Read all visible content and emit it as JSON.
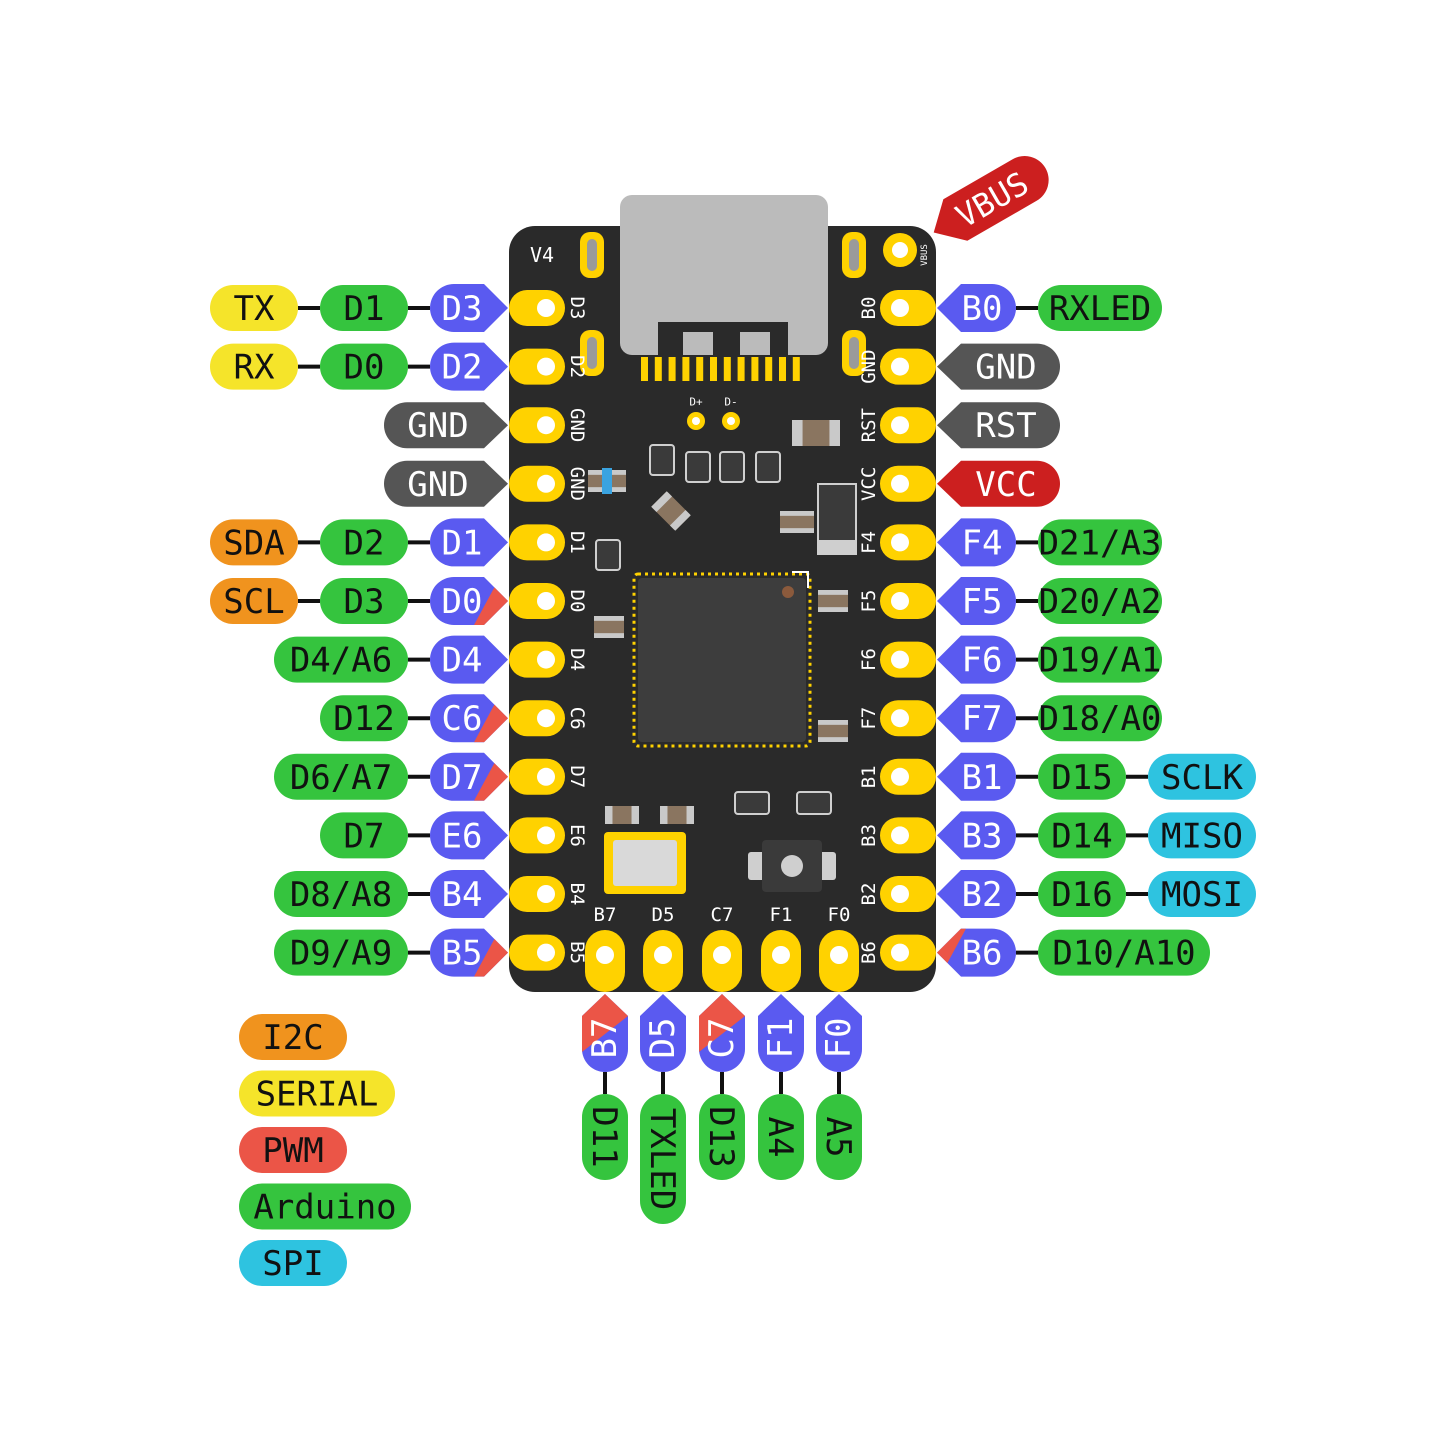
{
  "board": {
    "version": "V4",
    "usb_labels": {
      "dplus": "D+",
      "dminus": "D-"
    },
    "vbus_pad_label": "VBUS",
    "left_silk": [
      "D3",
      "D2",
      "GND",
      "GND",
      "D1",
      "D0",
      "D4",
      "C6",
      "D7",
      "E6",
      "B4",
      "B5"
    ],
    "right_silk": [
      "B0",
      "GND",
      "RST",
      "VCC",
      "F4",
      "F5",
      "F6",
      "F7",
      "B1",
      "B3",
      "B2",
      "B6"
    ],
    "bottom_silk": [
      "B7",
      "D5",
      "C7",
      "F1",
      "F0"
    ]
  },
  "colors": {
    "i2c": "#f0931e",
    "serial": "#f5e42a",
    "pwm": "#eb5547",
    "arduino": "#35c43e",
    "spi": "#2ec3e0",
    "port": "#5a5af0",
    "gnd": "#555555",
    "power": "#cc1f1f",
    "pad": "#ffd200",
    "board": "#2a2a2a",
    "usb": "#bbbbbb"
  },
  "vbus_tag": "VBUS",
  "left_pins": [
    {
      "port": "D3",
      "pwm": false,
      "labels": [
        {
          "text": "D1",
          "cat": "arduino"
        },
        {
          "text": "TX",
          "cat": "serial"
        }
      ]
    },
    {
      "port": "D2",
      "pwm": false,
      "labels": [
        {
          "text": "D0",
          "cat": "arduino"
        },
        {
          "text": "RX",
          "cat": "serial"
        }
      ]
    },
    {
      "port": "GND",
      "type": "gnd",
      "labels": []
    },
    {
      "port": "GND",
      "type": "gnd",
      "labels": []
    },
    {
      "port": "D1",
      "pwm": false,
      "labels": [
        {
          "text": "D2",
          "cat": "arduino"
        },
        {
          "text": "SDA",
          "cat": "i2c"
        }
      ]
    },
    {
      "port": "D0",
      "pwm": true,
      "labels": [
        {
          "text": "D3",
          "cat": "arduino"
        },
        {
          "text": "SCL",
          "cat": "i2c"
        }
      ]
    },
    {
      "port": "D4",
      "pwm": false,
      "labels": [
        {
          "text": "D4/A6",
          "cat": "arduino"
        }
      ]
    },
    {
      "port": "C6",
      "pwm": true,
      "labels": [
        {
          "text": "D12",
          "cat": "arduino"
        }
      ]
    },
    {
      "port": "D7",
      "pwm": true,
      "labels": [
        {
          "text": "D6/A7",
          "cat": "arduino"
        }
      ]
    },
    {
      "port": "E6",
      "pwm": false,
      "labels": [
        {
          "text": "D7",
          "cat": "arduino"
        }
      ]
    },
    {
      "port": "B4",
      "pwm": false,
      "labels": [
        {
          "text": "D8/A8",
          "cat": "arduino"
        }
      ]
    },
    {
      "port": "B5",
      "pwm": true,
      "labels": [
        {
          "text": "D9/A9",
          "cat": "arduino"
        }
      ]
    }
  ],
  "right_pins": [
    {
      "port": "B0",
      "pwm": false,
      "labels": [
        {
          "text": "RXLED",
          "cat": "arduino"
        }
      ]
    },
    {
      "port": "GND",
      "type": "gnd",
      "labels": []
    },
    {
      "port": "RST",
      "type": "gnd",
      "labels": []
    },
    {
      "port": "VCC",
      "type": "power",
      "labels": []
    },
    {
      "port": "F4",
      "pwm": false,
      "labels": [
        {
          "text": "D21/A3",
          "cat": "arduino"
        }
      ]
    },
    {
      "port": "F5",
      "pwm": false,
      "labels": [
        {
          "text": "D20/A2",
          "cat": "arduino"
        }
      ]
    },
    {
      "port": "F6",
      "pwm": false,
      "labels": [
        {
          "text": "D19/A1",
          "cat": "arduino"
        }
      ]
    },
    {
      "port": "F7",
      "pwm": false,
      "labels": [
        {
          "text": "D18/A0",
          "cat": "arduino"
        }
      ]
    },
    {
      "port": "B1",
      "pwm": false,
      "labels": [
        {
          "text": "D15",
          "cat": "arduino"
        },
        {
          "text": "SCLK",
          "cat": "spi"
        }
      ]
    },
    {
      "port": "B3",
      "pwm": false,
      "labels": [
        {
          "text": "D14",
          "cat": "arduino"
        },
        {
          "text": "MISO",
          "cat": "spi"
        }
      ]
    },
    {
      "port": "B2",
      "pwm": false,
      "labels": [
        {
          "text": "D16",
          "cat": "arduino"
        },
        {
          "text": "MOSI",
          "cat": "spi"
        }
      ]
    },
    {
      "port": "B6",
      "pwm": true,
      "labels": [
        {
          "text": "D10/A10",
          "cat": "arduino"
        }
      ]
    }
  ],
  "bottom_pins": [
    {
      "port": "B7",
      "pwm": true,
      "label": "D11"
    },
    {
      "port": "D5",
      "pwm": false,
      "label": "TXLED"
    },
    {
      "port": "C7",
      "pwm": true,
      "label": "D13"
    },
    {
      "port": "F1",
      "pwm": false,
      "label": "A4"
    },
    {
      "port": "F0",
      "pwm": false,
      "label": "A5"
    }
  ],
  "legend": [
    {
      "text": "I2C",
      "cat": "i2c"
    },
    {
      "text": "SERIAL",
      "cat": "serial"
    },
    {
      "text": "PWM",
      "cat": "pwm"
    },
    {
      "text": "Arduino",
      "cat": "arduino"
    },
    {
      "text": "SPI",
      "cat": "spi"
    }
  ]
}
